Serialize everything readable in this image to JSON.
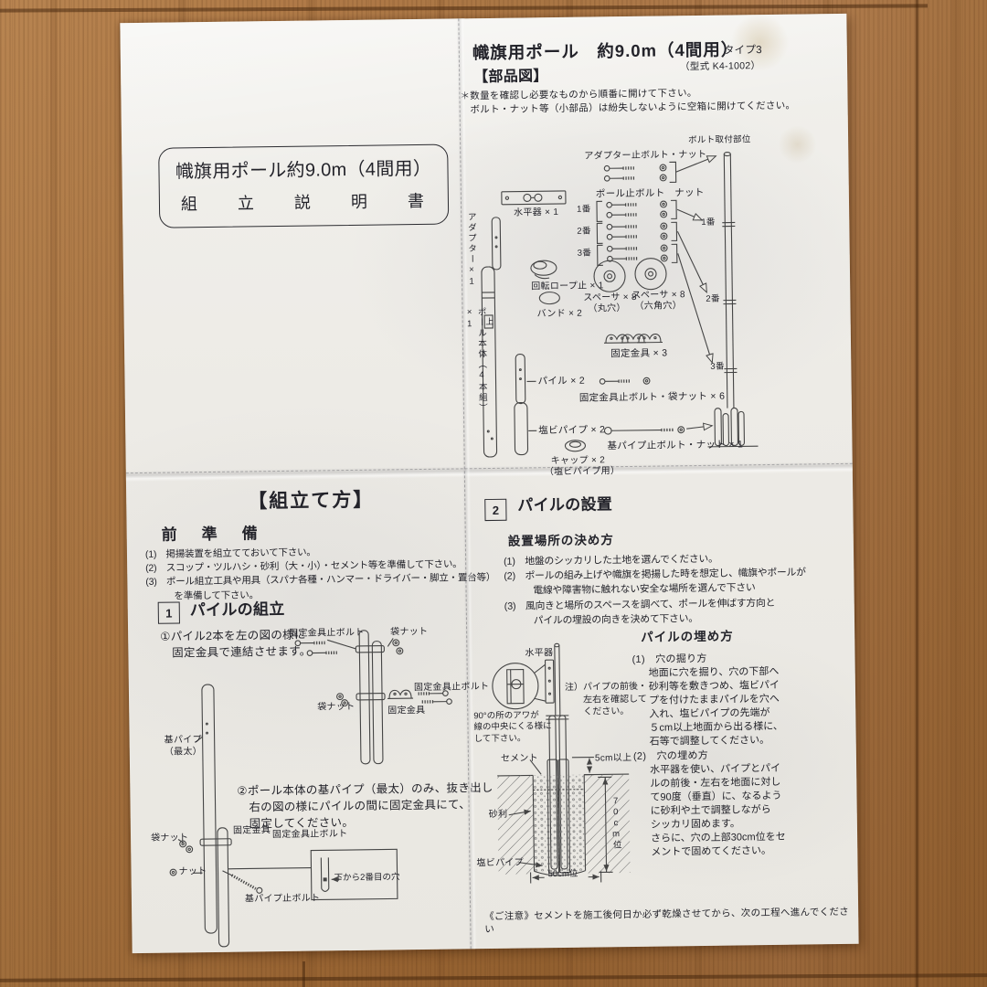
{
  "header": {
    "title": "幟旗用ポール　約9.0m（4間用）",
    "type_label": "タイプ3",
    "model": "（型式 K4-1002）",
    "parts_heading": "【部品図】",
    "note": "＊数量を確認し必要なものから順番に開けて下さい。\n　ボルト・ナット等（小部品）は紛失しないように空箱に開けてください。"
  },
  "cover": {
    "line1": "幟旗用ポール約9.0m（4間用）",
    "line2": "組　立　説　明　書"
  },
  "parts": {
    "adapter_bolt_nut": "アダプター止ボルト・ナット",
    "bolt_mount_area": "ボルト取付部位",
    "level": "水平器 × 1",
    "pole_bolt_nut": "ポール止ボルト　ナット",
    "row1": "1番",
    "row2": "2番",
    "row3": "3番",
    "adapter": "アダプター×1",
    "rope_stop": "回転ロープ止 × 1",
    "band": "バンド × 2",
    "pole_body": "ポール本体（4本組）×1",
    "up_mark": "上",
    "spacer_round": "スペーサ × 8",
    "spacer_round_sub": "（丸穴）",
    "spacer_hex": "スペーサ × 8",
    "spacer_hex_sub": "（六角穴）",
    "bracket": "固定金具 × 3",
    "pile": "パイル × 2",
    "bracket_bolt_nut": "固定金具止ボルト・袋ナット × 6",
    "pvc_pipe": "塩ビパイプ × 2",
    "cap": "キャップ × 2",
    "cap_sub": "（塩ビパイプ用）",
    "base_bolt_nut": "基パイプ止ボルト・ナット × 1"
  },
  "assembly": {
    "heading": "【組立て方】",
    "prep_heading": "前　準　備",
    "prep_list": "(1)　掲揚装置を組立てておいて下さい。\n(2)　スコップ・ツルハシ・砂利（大・小）・セメント等を準備して下さい。\n(3)　ポール組立工具や用具（スパナ各種・ハンマー・ドライバー・脚立・置台等）\n　　　を準備して下さい。",
    "step1_no": "1",
    "step1_title": "パイルの組立",
    "text1": "①パイル2本を左の図の様に\n　固定金具で連結させます。",
    "text2": "②ポール本体の基パイプ（最太）のみ、抜き出し\n　右の図の様にパイルの間に固定金具にて、\n　固定してください。",
    "d1": {
      "bolt_top": "固定金具止ボルト",
      "nut_top": "袋ナット",
      "nut_mid": "袋ナット",
      "bolt_mid": "固定金具止ボルト",
      "bracket_mid": "固定金具",
      "base_pipe": "基パイプ\n（最太）",
      "nut_low": "袋ナット",
      "bracket_low": "固定金具",
      "bolt_low": "固定金具止ボルト",
      "nut2_low": "ナット",
      "base_bolt": "基パイプ止ボルト",
      "hole_note": "下から2番目の穴"
    }
  },
  "install": {
    "step2_no": "2",
    "step2_title": "パイルの設置",
    "place_heading": "設置場所の決め方",
    "place_list": "(1)　地盤のシッカリした土地を選んでください。\n(2)　ポールの組み上げや幟旗を掲揚した時を想定し、幟旗やポールが\n　　　電線や障害物に触れない安全な場所を選んで下さい\n(3)　風向きと場所のスペースを調べて、ポールを伸ばす方向と\n　　　パイルの埋設の向きを決めて下さい。",
    "bury_heading": "パイルの埋め方",
    "dig_title": "(1)　穴の掘り方",
    "dig_text": "地面に穴を掘り、穴の下部へ\n砂利等を敷きつめ、塩ビパイ\nプを付けたままパイルを穴へ\n入れ、塩ビパイプの先端が\n５cm以上地面から出る様に、\n石等で調整してください。",
    "fill_title": "(2)　穴の埋め方",
    "fill_text": "水平器を使い、パイプとパイ\nルの前後・左右を地面に対し\nて90度（垂直）に、なるよう\nに砂利や土で調整しながら\nシッカリ固めます。\nさらに、穴の上部30cm位をセ\nメントで固めてください。",
    "d2": {
      "level": "水平器",
      "bubble_note": "90°の所のアワが\n線の中央にくる様に\nして下さい。",
      "check_note": "注）パイプの前後・\n　　左右を確認して\n　　ください。",
      "cement": "セメント",
      "dim5": "5cm以上",
      "gravel": "砂利",
      "dim70": "70cm位",
      "pvc": "塩ビパイプ",
      "dim50": "50cm位"
    },
    "caution": "《ご注意》セメントを施工後何日か必ず乾燥させてから、次の工程へ進んでください"
  }
}
